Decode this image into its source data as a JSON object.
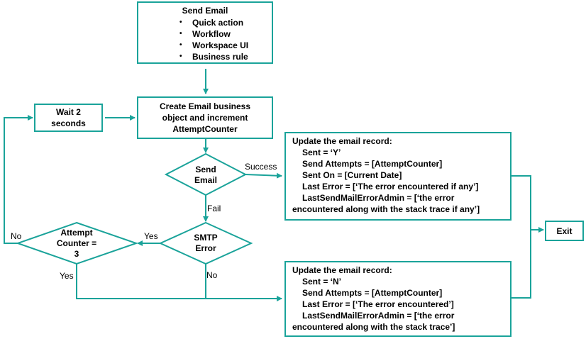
{
  "nodes": {
    "send_email": {
      "title": "Send Email",
      "items": [
        "Quick action",
        "Workflow",
        "Workspace UI",
        "Business  rule"
      ]
    },
    "wait": {
      "line1": "Wait 2",
      "line2": "seconds"
    },
    "create": {
      "line1": "Create Email business",
      "line2": "object and increment",
      "line3": "AttemptCounter"
    },
    "send_decision": {
      "line1": "Send",
      "line2": "Email"
    },
    "smtp_decision": {
      "line1": "SMTP",
      "line2": "Error"
    },
    "attempt_decision": {
      "line1": "Attempt",
      "line2": "Counter =",
      "line3": "3"
    },
    "success_record": {
      "title": "Update the email record:",
      "lines": [
        "Sent = ‘Y’",
        "Send Attempts  = [AttemptCounter]",
        "Sent On = [Current Date]",
        "Last Error = [‘The error encountered if any’]",
        "LastSendMailErrorAdmin = [‘the error"
      ],
      "continuation": "encountered  along with the stack  trace if any’]"
    },
    "fail_record": {
      "title": "Update the email record:",
      "lines": [
        "Sent = ‘N’",
        "Send Attempts  = [AttemptCounter]",
        "Last Error = [‘The error encountered’]",
        "LastSendMailErrorAdmin = [‘the error"
      ],
      "continuation": "encountered  along with the stack  trace’]"
    },
    "exit": {
      "label": "Exit"
    }
  },
  "edge_labels": {
    "success": "Success",
    "fail": "Fail",
    "smtp_yes": "Yes",
    "smtp_no": "No",
    "attempt_no": "No",
    "attempt_yes": "Yes"
  },
  "colors": {
    "line": "#1aa39a",
    "text": "#000000",
    "background": "#ffffff"
  }
}
